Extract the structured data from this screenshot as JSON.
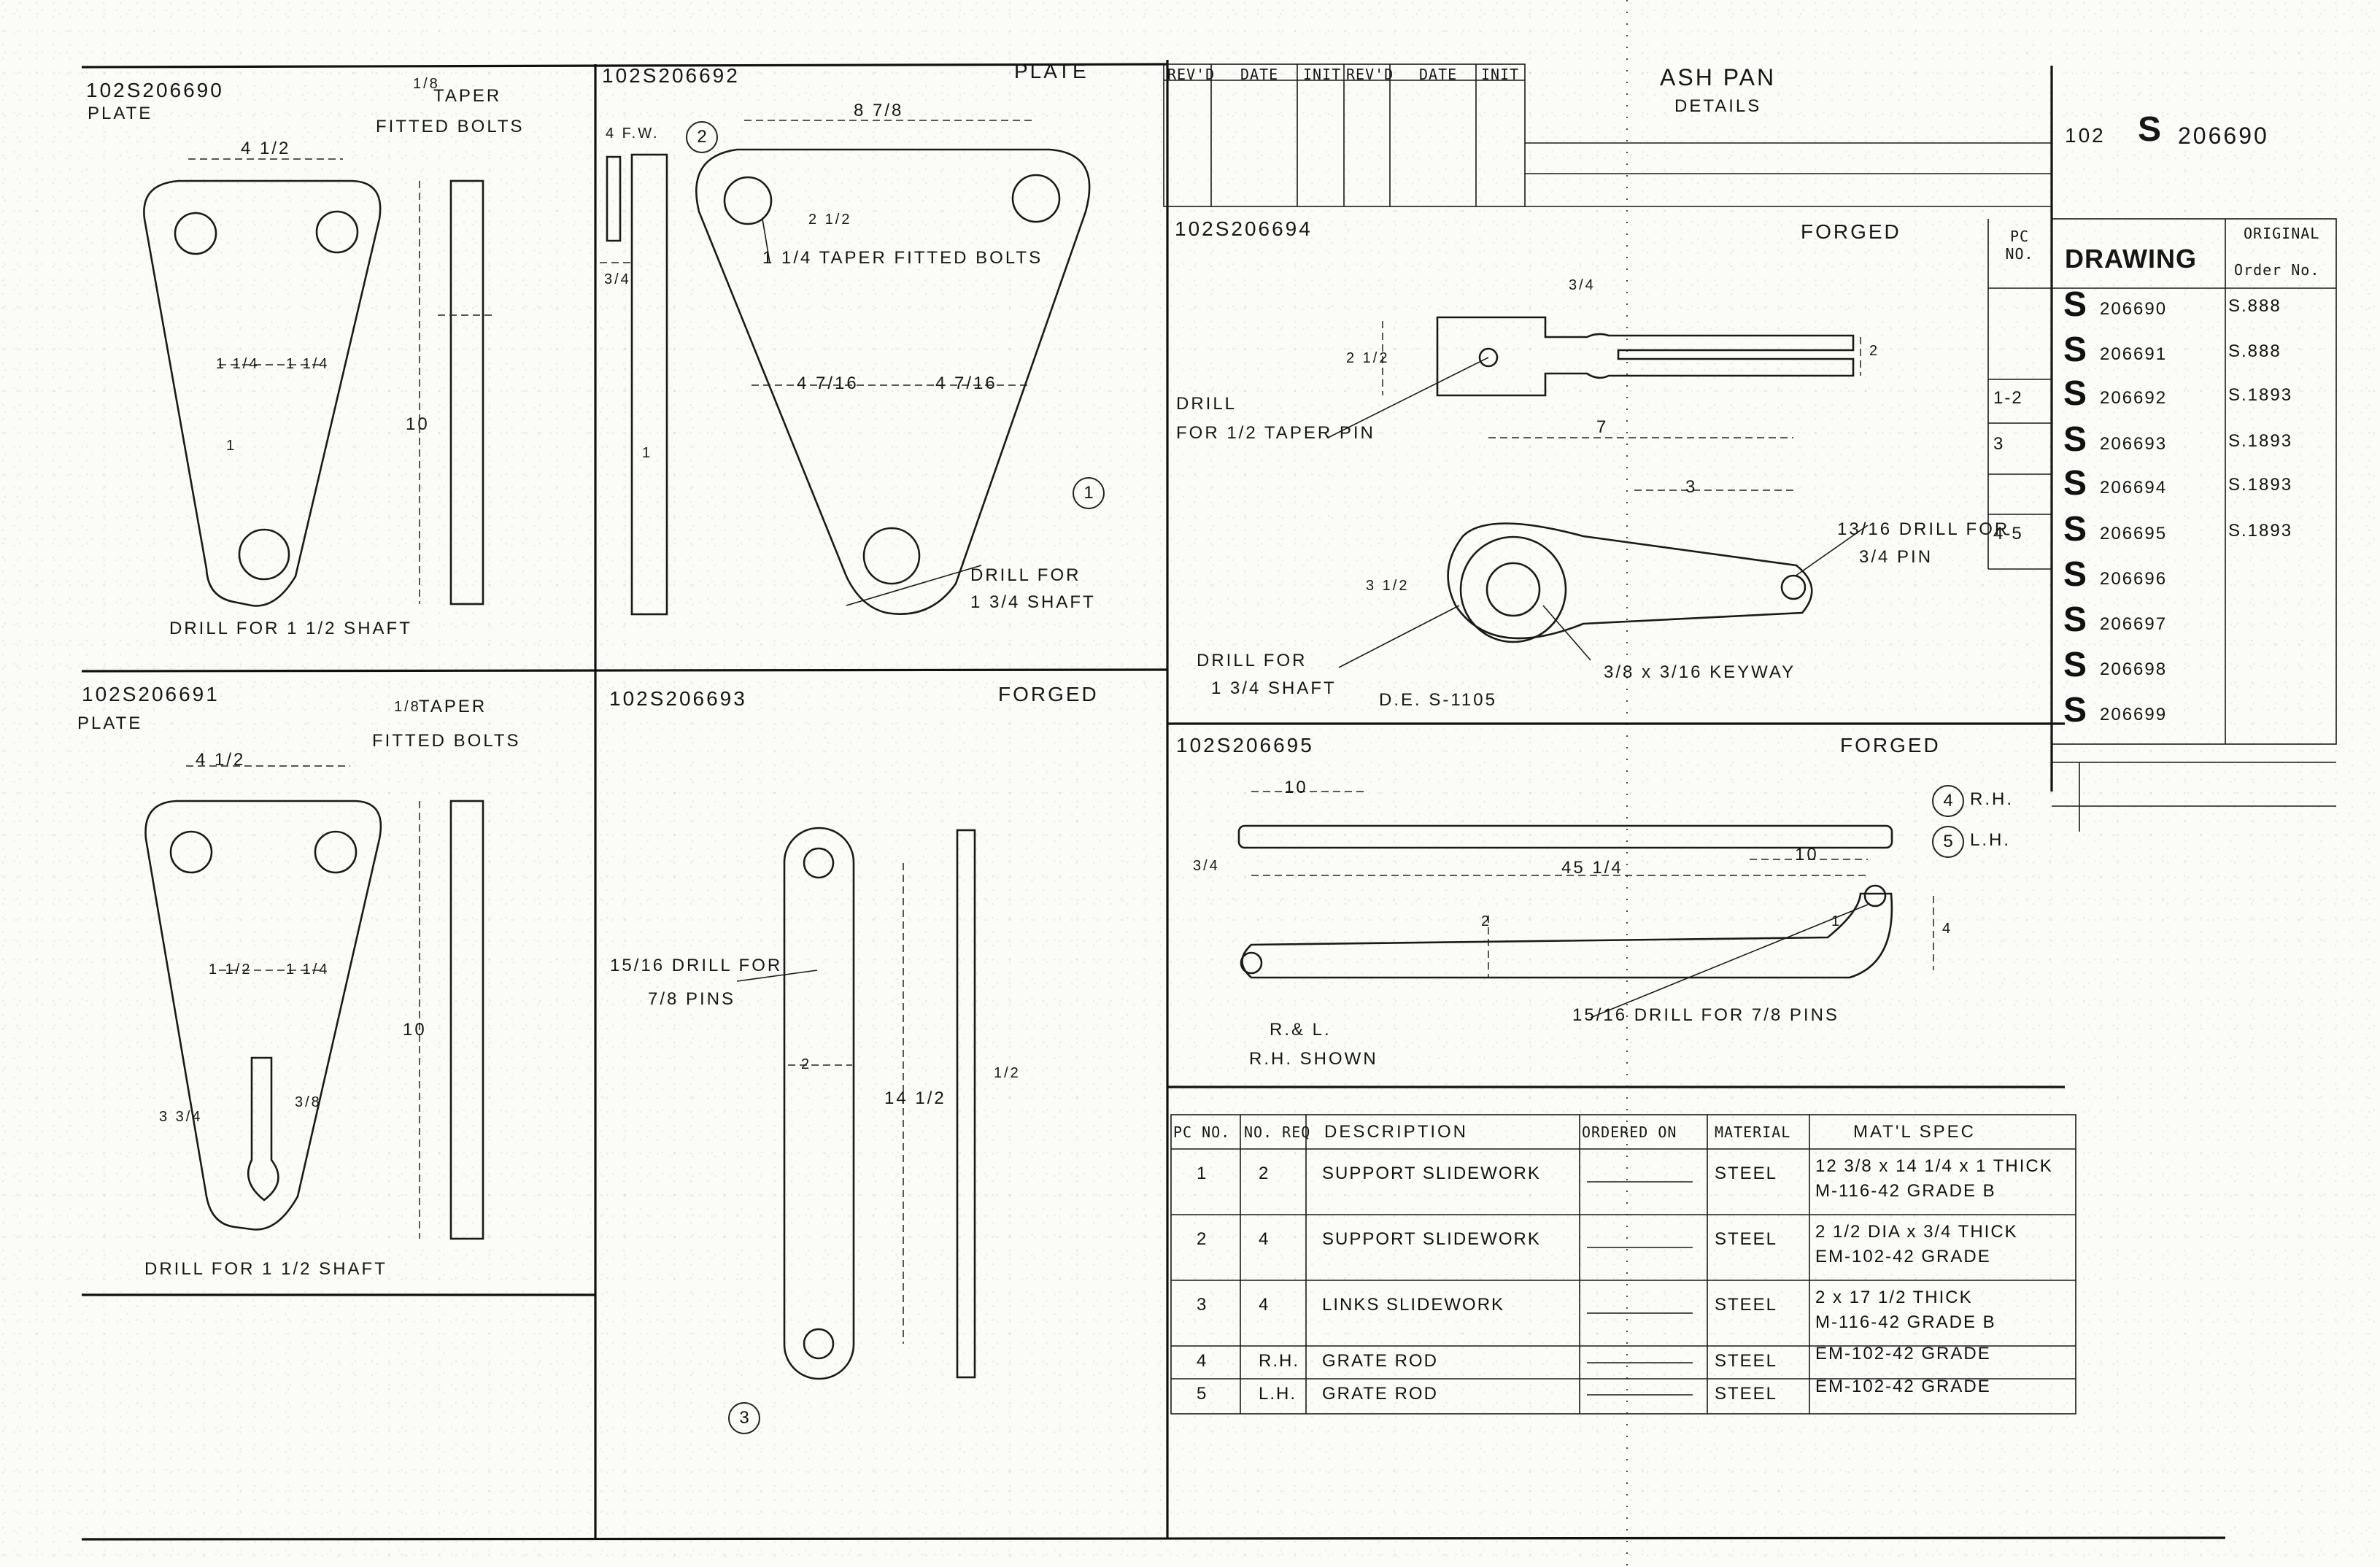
{
  "title_block": {
    "title_line1": "ASH PAN",
    "title_line2": "DETAILS",
    "drawing_prefix": "102",
    "drawing_letter": "S",
    "drawing_number": "206690",
    "drawing_label": "DRAWING",
    "order_label": "Order No.",
    "original_label": "ORIGINAL",
    "revision_headers": [
      "REV'D",
      "DATE",
      "INIT",
      "REV'D",
      "DATE",
      "INIT"
    ],
    "pc_header": "PC NO.",
    "drawing_list": [
      {
        "pc": "",
        "num": "206690",
        "order": "S.888"
      },
      {
        "pc": "",
        "num": "206691",
        "order": "S.888"
      },
      {
        "pc": "1-2",
        "num": "206692",
        "order": "S.1893"
      },
      {
        "pc": "3",
        "num": "206693",
        "order": "S.1893"
      },
      {
        "pc": "",
        "num": "206694",
        "order": "S.1893"
      },
      {
        "pc": "4-5",
        "num": "206695",
        "order": "S.1893"
      },
      {
        "pc": "",
        "num": "206696",
        "order": ""
      },
      {
        "pc": "",
        "num": "206697",
        "order": ""
      },
      {
        "pc": "",
        "num": "206698",
        "order": ""
      },
      {
        "pc": "",
        "num": "206699",
        "order": ""
      }
    ]
  },
  "views": {
    "v690": {
      "number": "102S206690",
      "name": "PLATE",
      "note_taper": "TAPER",
      "note_taper_frac": "1/8",
      "note_bolts": "FITTED BOLTS",
      "dim_width": "4 1/2",
      "dim_left": "1 1/4",
      "dim_right": "1 1/4",
      "dim_height": "10",
      "dim_one": "1",
      "note_drill": "DRILL FOR 1 1/2 SHAFT"
    },
    "v691": {
      "number": "102S206691",
      "name": "PLATE",
      "note_taper": "TAPER",
      "note_taper_frac": "1/8",
      "note_bolts": "FITTED BOLTS",
      "dim_width": "4 1/2",
      "dim_left": "1 1/2",
      "dim_right": "1 1/4",
      "dim_height": "10",
      "dim_slot": "3 3/4",
      "dim_slot_w": "3/8",
      "note_drill": "DRILL FOR 1 1/2 SHAFT"
    },
    "v692": {
      "number": "102S206692",
      "name": "PLATE",
      "dim_top": "8 7/8",
      "dim_fw": "4 F.W.",
      "dim_hole": "2 1/2",
      "note_bolts": "1 1/4 TAPER FITTED BOLTS",
      "dim_left": "4 7/16",
      "dim_right": "4 7/16",
      "dim_edge": "3/4",
      "dim_one": "1",
      "note_drill_a": "DRILL FOR",
      "note_drill_b": "1 3/4 SHAFT"
    },
    "v693": {
      "number": "102S206693",
      "name": "FORGED",
      "note_drill_a": "15/16 DRILL FOR",
      "note_drill_b": "7/8 PINS",
      "dim_length": "14 1/2",
      "dim_width": "2",
      "dim_thick": "1/2"
    },
    "v694": {
      "number": "102S206694",
      "name": "FORGED",
      "note_pin_a": "DRILL",
      "note_pin_b": "FOR 1/2 TAPER PIN",
      "dim_7": "7",
      "dim_3": "3",
      "dim_34": "3/4",
      "dim_212": "2 1/2",
      "dim_3half": "3 1/2",
      "dim_2": "2",
      "note_drill_pin_a": "13/16 DRILL FOR",
      "note_drill_pin_b": "3/4 PIN",
      "note_shaft_a": "DRILL FOR",
      "note_shaft_b": "1 3/4 SHAFT",
      "note_keyway": "3/8 x 3/16 KEYWAY",
      "note_die": "D.E. S-1105"
    },
    "v695": {
      "number": "102S206695",
      "name": "FORGED",
      "dim_10a": "10",
      "dim_10b": "10",
      "dim_45": "45 1/4",
      "dim_34": "3/4",
      "dim_2": "2",
      "dim_4": "4",
      "dim_1": "1",
      "note_rh": "R.H.",
      "note_lh": "L.H.",
      "note_shown_a": "R.& L.",
      "note_shown_b": "R.H. SHOWN",
      "note_drill": "15/16 DRILL FOR 7/8 PINS"
    }
  },
  "bom": {
    "headers": [
      "PC NO.",
      "NO. REQ",
      "DESCRIPTION",
      "ORDERED ON",
      "MATERIAL",
      "MAT'L SPEC"
    ],
    "rows": [
      {
        "pc": "1",
        "req": "2",
        "desc": "SUPPORT SLIDEWORK",
        "material": "STEEL",
        "spec1": "12 3/8 x 14 1/4 x 1 THICK",
        "spec2": "M-116-42 GRADE B"
      },
      {
        "pc": "2",
        "req": "4",
        "desc": "SUPPORT SLIDEWORK",
        "material": "STEEL",
        "spec1": "2 1/2 DIA x 3/4 THICK",
        "spec2": "EM-102-42 GRADE"
      },
      {
        "pc": "3",
        "req": "4",
        "desc": "LINKS SLIDEWORK",
        "material": "STEEL",
        "spec1": "2 x 17 1/2 THICK",
        "spec2": "M-116-42 GRADE B"
      },
      {
        "pc": "4",
        "req": "R.H.",
        "desc": "GRATE ROD",
        "material": "STEEL",
        "spec1": "EM-102-42 GRADE",
        "spec2": ""
      },
      {
        "pc": "5",
        "req": "L.H.",
        "desc": "GRATE ROD",
        "material": "STEEL",
        "spec1": "EM-102-42 GRADE",
        "spec2": ""
      }
    ]
  },
  "balloons": [
    "1",
    "2",
    "3",
    "4",
    "5"
  ]
}
